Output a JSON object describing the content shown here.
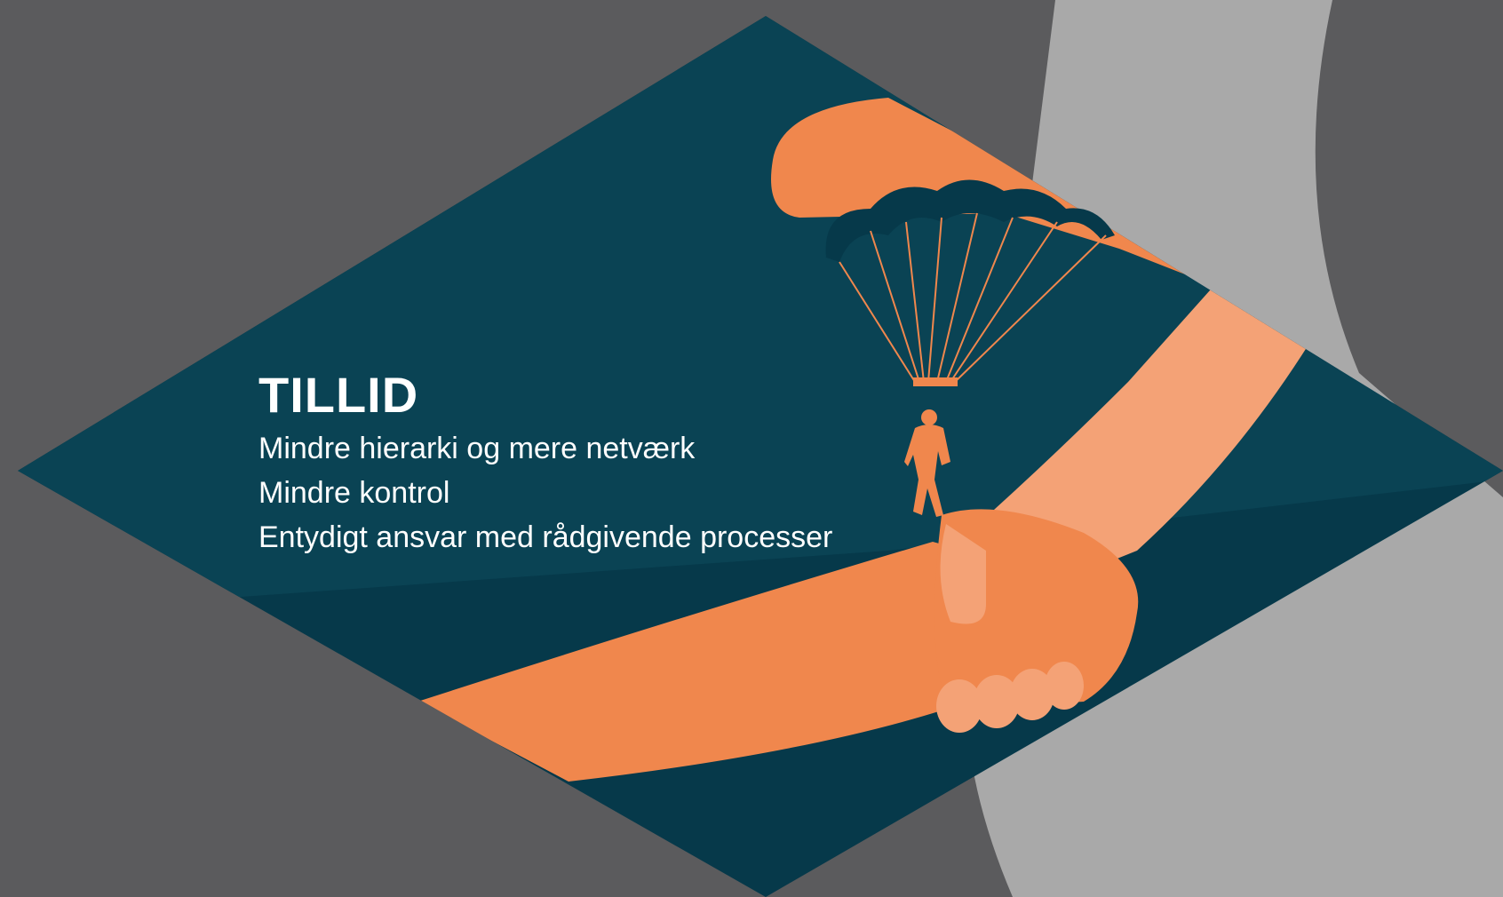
{
  "heading": "TILLID",
  "lines": [
    "Mindre hierarki og mere netværk",
    "Mindre kontrol",
    "Entydigt ansvar med rådgivende processer"
  ],
  "icons": {
    "background_arc": "grey-arc-shape",
    "diamond": "diamond-shape",
    "handshake": "handshake-icon",
    "parachute": "parachute-icon",
    "parachutist": "parachutist-icon"
  },
  "colors": {
    "background": "#5b5b5d",
    "arc": "#a9a9a9",
    "diamond": "#06394a",
    "diamond_light": "#0a4354",
    "hand_dark": "#f0874d",
    "hand_light": "#f4a276",
    "text": "#ffffff"
  }
}
